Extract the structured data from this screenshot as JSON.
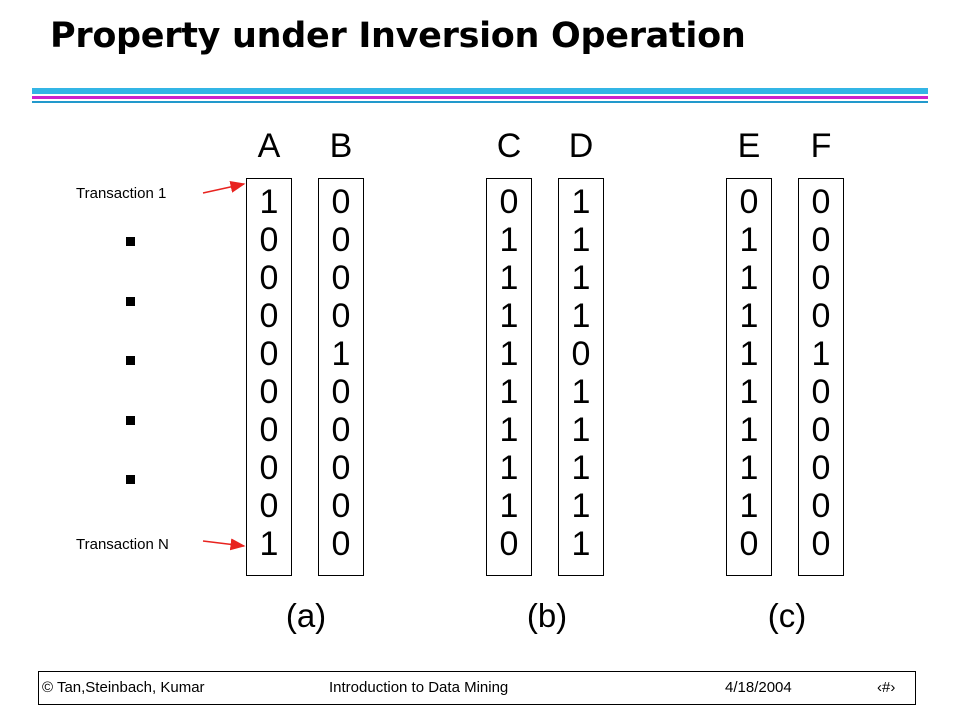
{
  "slide": {
    "title": "Property under Inversion Operation"
  },
  "rule_colors": {
    "top_band": "#33b5e5",
    "middle_band": "#cc22cc",
    "bottom_band": "#2299cc"
  },
  "transactions": {
    "first_label": "Transaction 1",
    "last_label": "Transaction N",
    "arrow_color": "#e8231f"
  },
  "columns": [
    {
      "name": "A",
      "bits": [
        "1",
        "0",
        "0",
        "0",
        "0",
        "0",
        "0",
        "0",
        "0",
        "1"
      ]
    },
    {
      "name": "B",
      "bits": [
        "0",
        "0",
        "0",
        "0",
        "1",
        "0",
        "0",
        "0",
        "0",
        "0"
      ]
    },
    {
      "name": "C",
      "bits": [
        "0",
        "1",
        "1",
        "1",
        "1",
        "1",
        "1",
        "1",
        "1",
        "0"
      ]
    },
    {
      "name": "D",
      "bits": [
        "1",
        "1",
        "1",
        "1",
        "0",
        "1",
        "1",
        "1",
        "1",
        "1"
      ]
    },
    {
      "name": "E",
      "bits": [
        "0",
        "1",
        "1",
        "1",
        "1",
        "1",
        "1",
        "1",
        "1",
        "0"
      ]
    },
    {
      "name": "F",
      "bits": [
        "0",
        "0",
        "0",
        "0",
        "1",
        "0",
        "0",
        "0",
        "0",
        "0"
      ]
    }
  ],
  "groups": [
    "(a)",
    "(b)",
    "(c)"
  ],
  "footer": {
    "authors": "© Tan,Steinbach, Kumar",
    "course": "Introduction to Data Mining",
    "date": "4/18/2004",
    "page": "‹#›"
  }
}
